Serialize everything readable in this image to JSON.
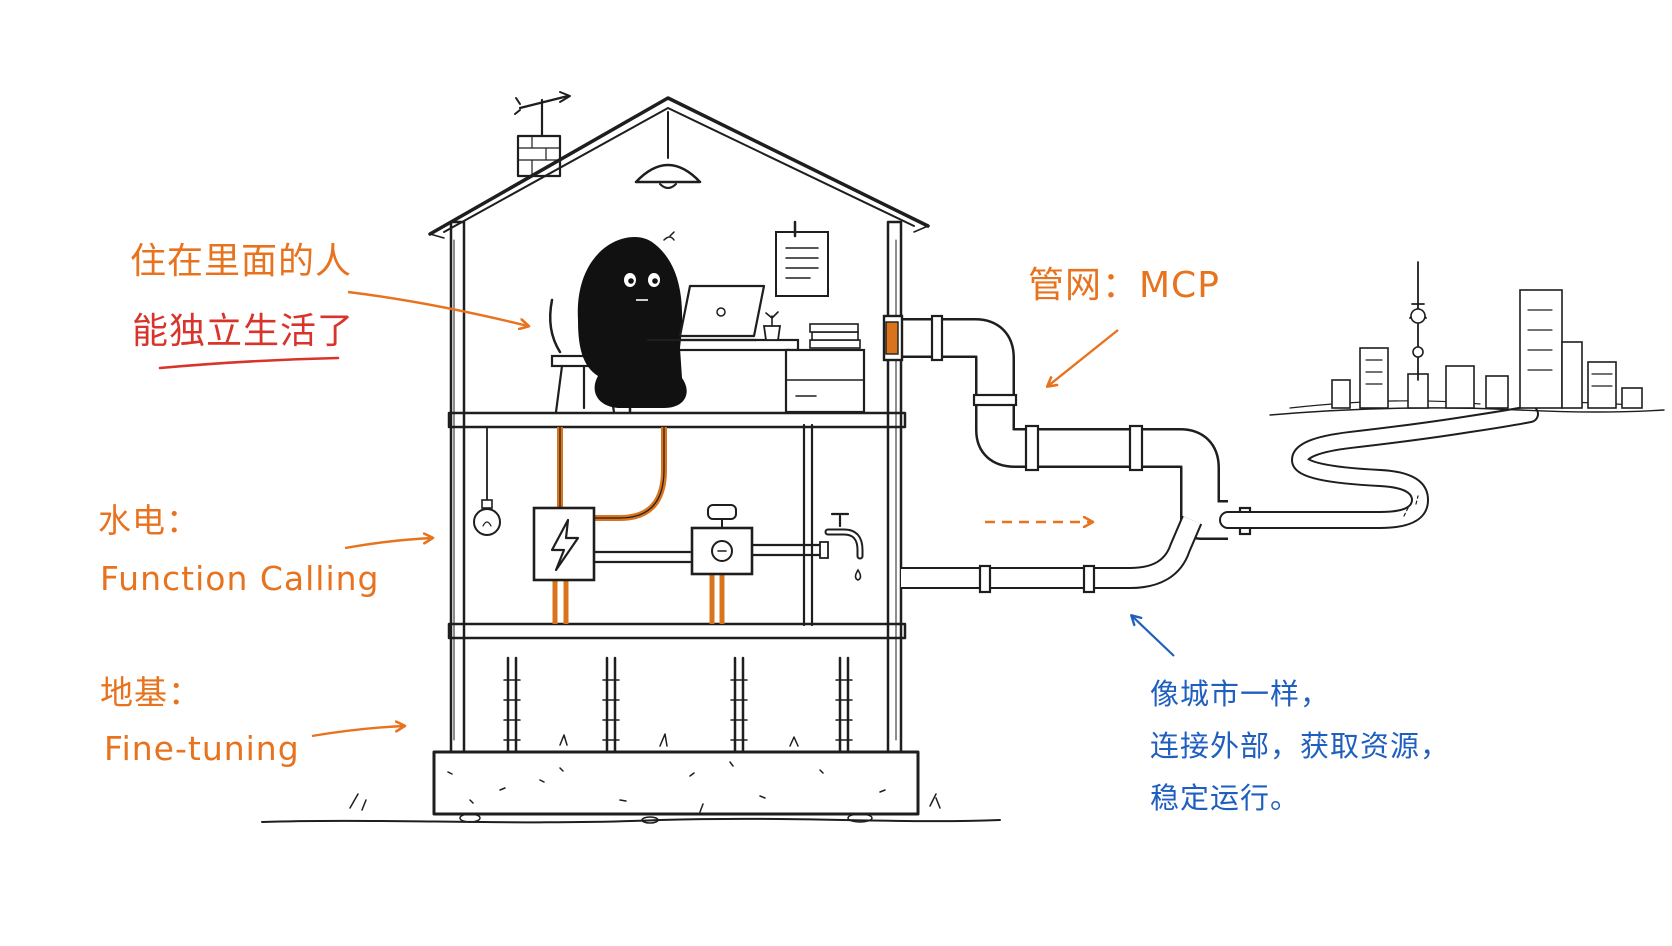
{
  "colors": {
    "orange": "#e8731f",
    "red": "#d8342c",
    "blue": "#1f5fbf",
    "ink": "#1e1e1e",
    "copper": "#d9741d"
  },
  "annotations": {
    "resident": {
      "line1": "住在里面的人",
      "line2": "能独立生活了"
    },
    "pipe_network": {
      "label": "管网：MCP"
    },
    "utilities": {
      "line1": "水电：",
      "line2": "Function Calling"
    },
    "foundation": {
      "line1": "地基：",
      "line2": "Fine-tuning"
    },
    "city": {
      "line1": "像城市一样，",
      "line2": "连接外部，获取资源，",
      "line3": "稳定运行。"
    }
  },
  "icons": {
    "fuse_box": "lightning-bolt-icon",
    "meter": "meter-icon",
    "faucet": "faucet-icon",
    "lamp": "ceiling-lamp-icon",
    "bulb": "light-bulb-icon"
  }
}
